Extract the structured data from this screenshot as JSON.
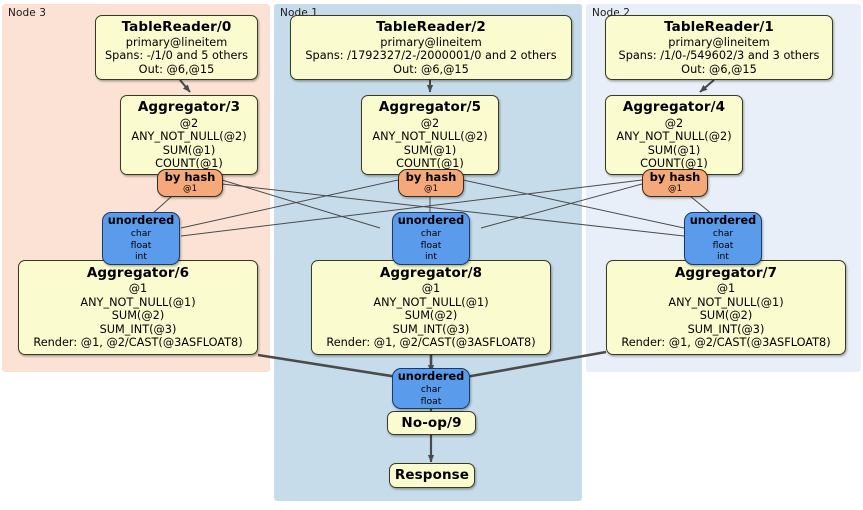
{
  "diagram": {
    "type": "distributed-query-plan",
    "colors": {
      "panel_node3": "#fbe2d5",
      "panel_node1": "#c6dcea",
      "panel_node2": "#e9eff8",
      "processor_fill": "#fbfbd0",
      "router_fill": "#f5a97a",
      "stream_fill": "#5b9bec",
      "edge": "#4a4a4a"
    }
  },
  "panels": [
    {
      "id": "node3",
      "label": "Node 3"
    },
    {
      "id": "node1",
      "label": "Node 1"
    },
    {
      "id": "node2",
      "label": "Node 2"
    }
  ],
  "nodes": {
    "tablereader0": {
      "title": "TableReader/0",
      "lines": [
        "primary@lineitem",
        "Spans: -/1/0 and 5 others",
        "Out: @6,@15"
      ]
    },
    "tablereader2": {
      "title": "TableReader/2",
      "lines": [
        "primary@lineitem",
        "Spans: /1792327/2-/2000001/0 and 2 others",
        "Out: @6,@15"
      ]
    },
    "tablereader1": {
      "title": "TableReader/1",
      "lines": [
        "primary@lineitem",
        "Spans: /1/0-/549602/3 and 3 others",
        "Out: @6,@15"
      ]
    },
    "aggregator3": {
      "title": "Aggregator/3",
      "lines": [
        "@2",
        "ANY_NOT_NULL(@2)",
        "SUM(@1)",
        "COUNT(@1)"
      ]
    },
    "aggregator5": {
      "title": "Aggregator/5",
      "lines": [
        "@2",
        "ANY_NOT_NULL(@2)",
        "SUM(@1)",
        "COUNT(@1)"
      ]
    },
    "aggregator4": {
      "title": "Aggregator/4",
      "lines": [
        "@2",
        "ANY_NOT_NULL(@2)",
        "SUM(@1)",
        "COUNT(@1)"
      ]
    },
    "aggregator6": {
      "title": "Aggregator/6",
      "lines": [
        "@1",
        "ANY_NOT_NULL(@1)",
        "SUM(@2)",
        "SUM_INT(@3)",
        "Render: @1, @2/CAST(@3ASFLOAT8)"
      ]
    },
    "aggregator8": {
      "title": "Aggregator/8",
      "lines": [
        "@1",
        "ANY_NOT_NULL(@1)",
        "SUM(@2)",
        "SUM_INT(@3)",
        "Render: @1, @2/CAST(@3ASFLOAT8)"
      ]
    },
    "aggregator7": {
      "title": "Aggregator/7",
      "lines": [
        "@1",
        "ANY_NOT_NULL(@1)",
        "SUM(@2)",
        "SUM_INT(@3)",
        "Render: @1, @2/CAST(@3ASFLOAT8)"
      ]
    },
    "hash_left": {
      "title": "by hash",
      "lines": [
        "@1"
      ]
    },
    "hash_mid": {
      "title": "by hash",
      "lines": [
        "@1"
      ]
    },
    "hash_right": {
      "title": "by hash",
      "lines": [
        "@1"
      ]
    },
    "unordered_left": {
      "title": "unordered",
      "lines": [
        "char",
        "float",
        "int"
      ]
    },
    "unordered_mid": {
      "title": "unordered",
      "lines": [
        "char",
        "float",
        "int"
      ]
    },
    "unordered_right": {
      "title": "unordered",
      "lines": [
        "char",
        "float",
        "int"
      ]
    },
    "unordered_final": {
      "title": "unordered",
      "lines": [
        "char",
        "float"
      ]
    },
    "noop9": {
      "title": "No-op/9",
      "lines": []
    },
    "response": {
      "title": "Response",
      "lines": []
    }
  }
}
